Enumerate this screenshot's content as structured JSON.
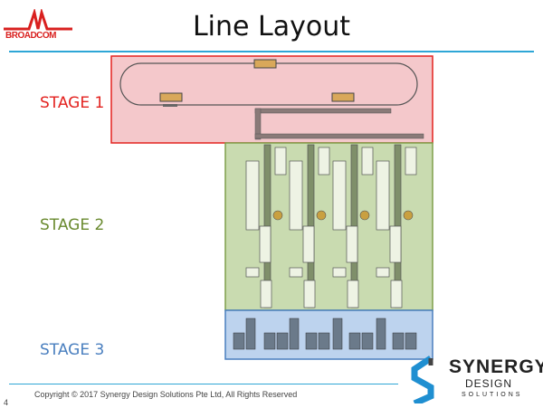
{
  "logo": {
    "text": "BROADCOM",
    "icon": "broadcom-wave-icon"
  },
  "title": "Line Layout",
  "stages": [
    {
      "label": "STAGE 1",
      "color": "#e3221f"
    },
    {
      "label": "STAGE 2",
      "color": "#6a8a2f"
    },
    {
      "label": "STAGE 3",
      "color": "#4a7fbf"
    }
  ],
  "footer": {
    "copyright": "Copyright © 2017 Synergy Design Solutions Pte Ltd, All Rights Reserved",
    "page": "4"
  },
  "brand": {
    "name": "SYNERGY",
    "line2": "DESIGN",
    "line3": "SOLUTIONS",
    "icon": "synergy-s-icon"
  },
  "colors": {
    "accent": "#2ea6d6",
    "stage1_fill": "#f4c8cb",
    "stage2_fill": "#c9dbb0",
    "stage3_fill": "#bdd3ee"
  }
}
